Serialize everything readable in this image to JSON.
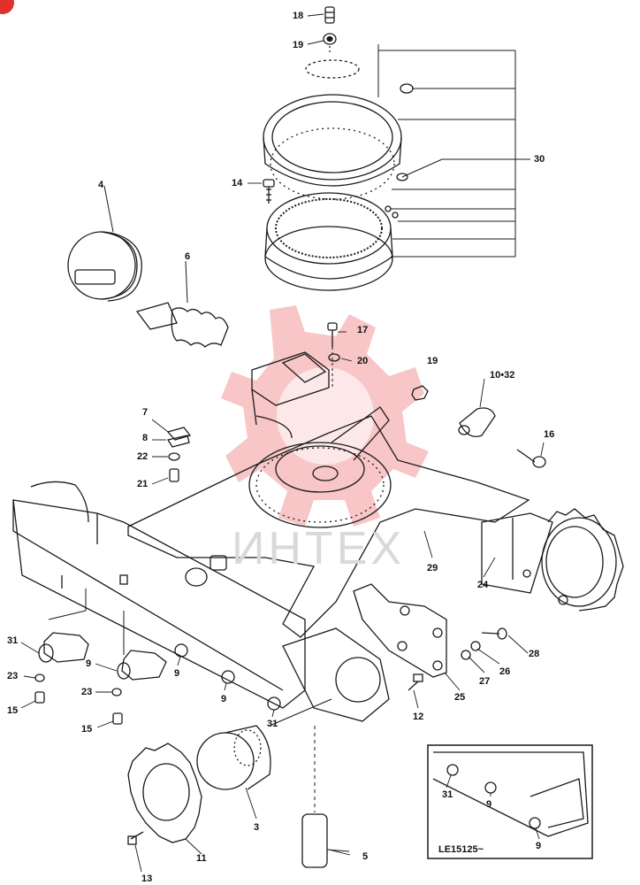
{
  "diagram": {
    "reference": "LE15125~",
    "watermark_text": "ИНТЕХ",
    "callouts": {
      "c18": "18",
      "c19a": "19",
      "c30": "30",
      "c14": "14",
      "c4": "4",
      "c6": "6",
      "c17": "17",
      "c20": "20",
      "c19b": "19",
      "c1032": "10•32",
      "c7": "7",
      "c8": "8",
      "c22": "22",
      "c21": "21",
      "c16": "16",
      "c29": "29",
      "c24": "24",
      "c31a": "31",
      "c23a": "23",
      "c15a": "15",
      "c9a": "9",
      "c23b": "23",
      "c15b": "15",
      "c9b": "9",
      "c9c": "9",
      "c31b": "31",
      "c12": "12",
      "c25": "25",
      "c27": "27",
      "c26": "26",
      "c28": "28",
      "c3": "3",
      "c11": "11",
      "c13": "13",
      "c5": "5",
      "c31c": "31",
      "c9d": "9",
      "c9e": "9"
    },
    "colors": {
      "line": "#1a1a1a",
      "watermark": "#f08080",
      "corner_badge": "#e0312f"
    }
  }
}
